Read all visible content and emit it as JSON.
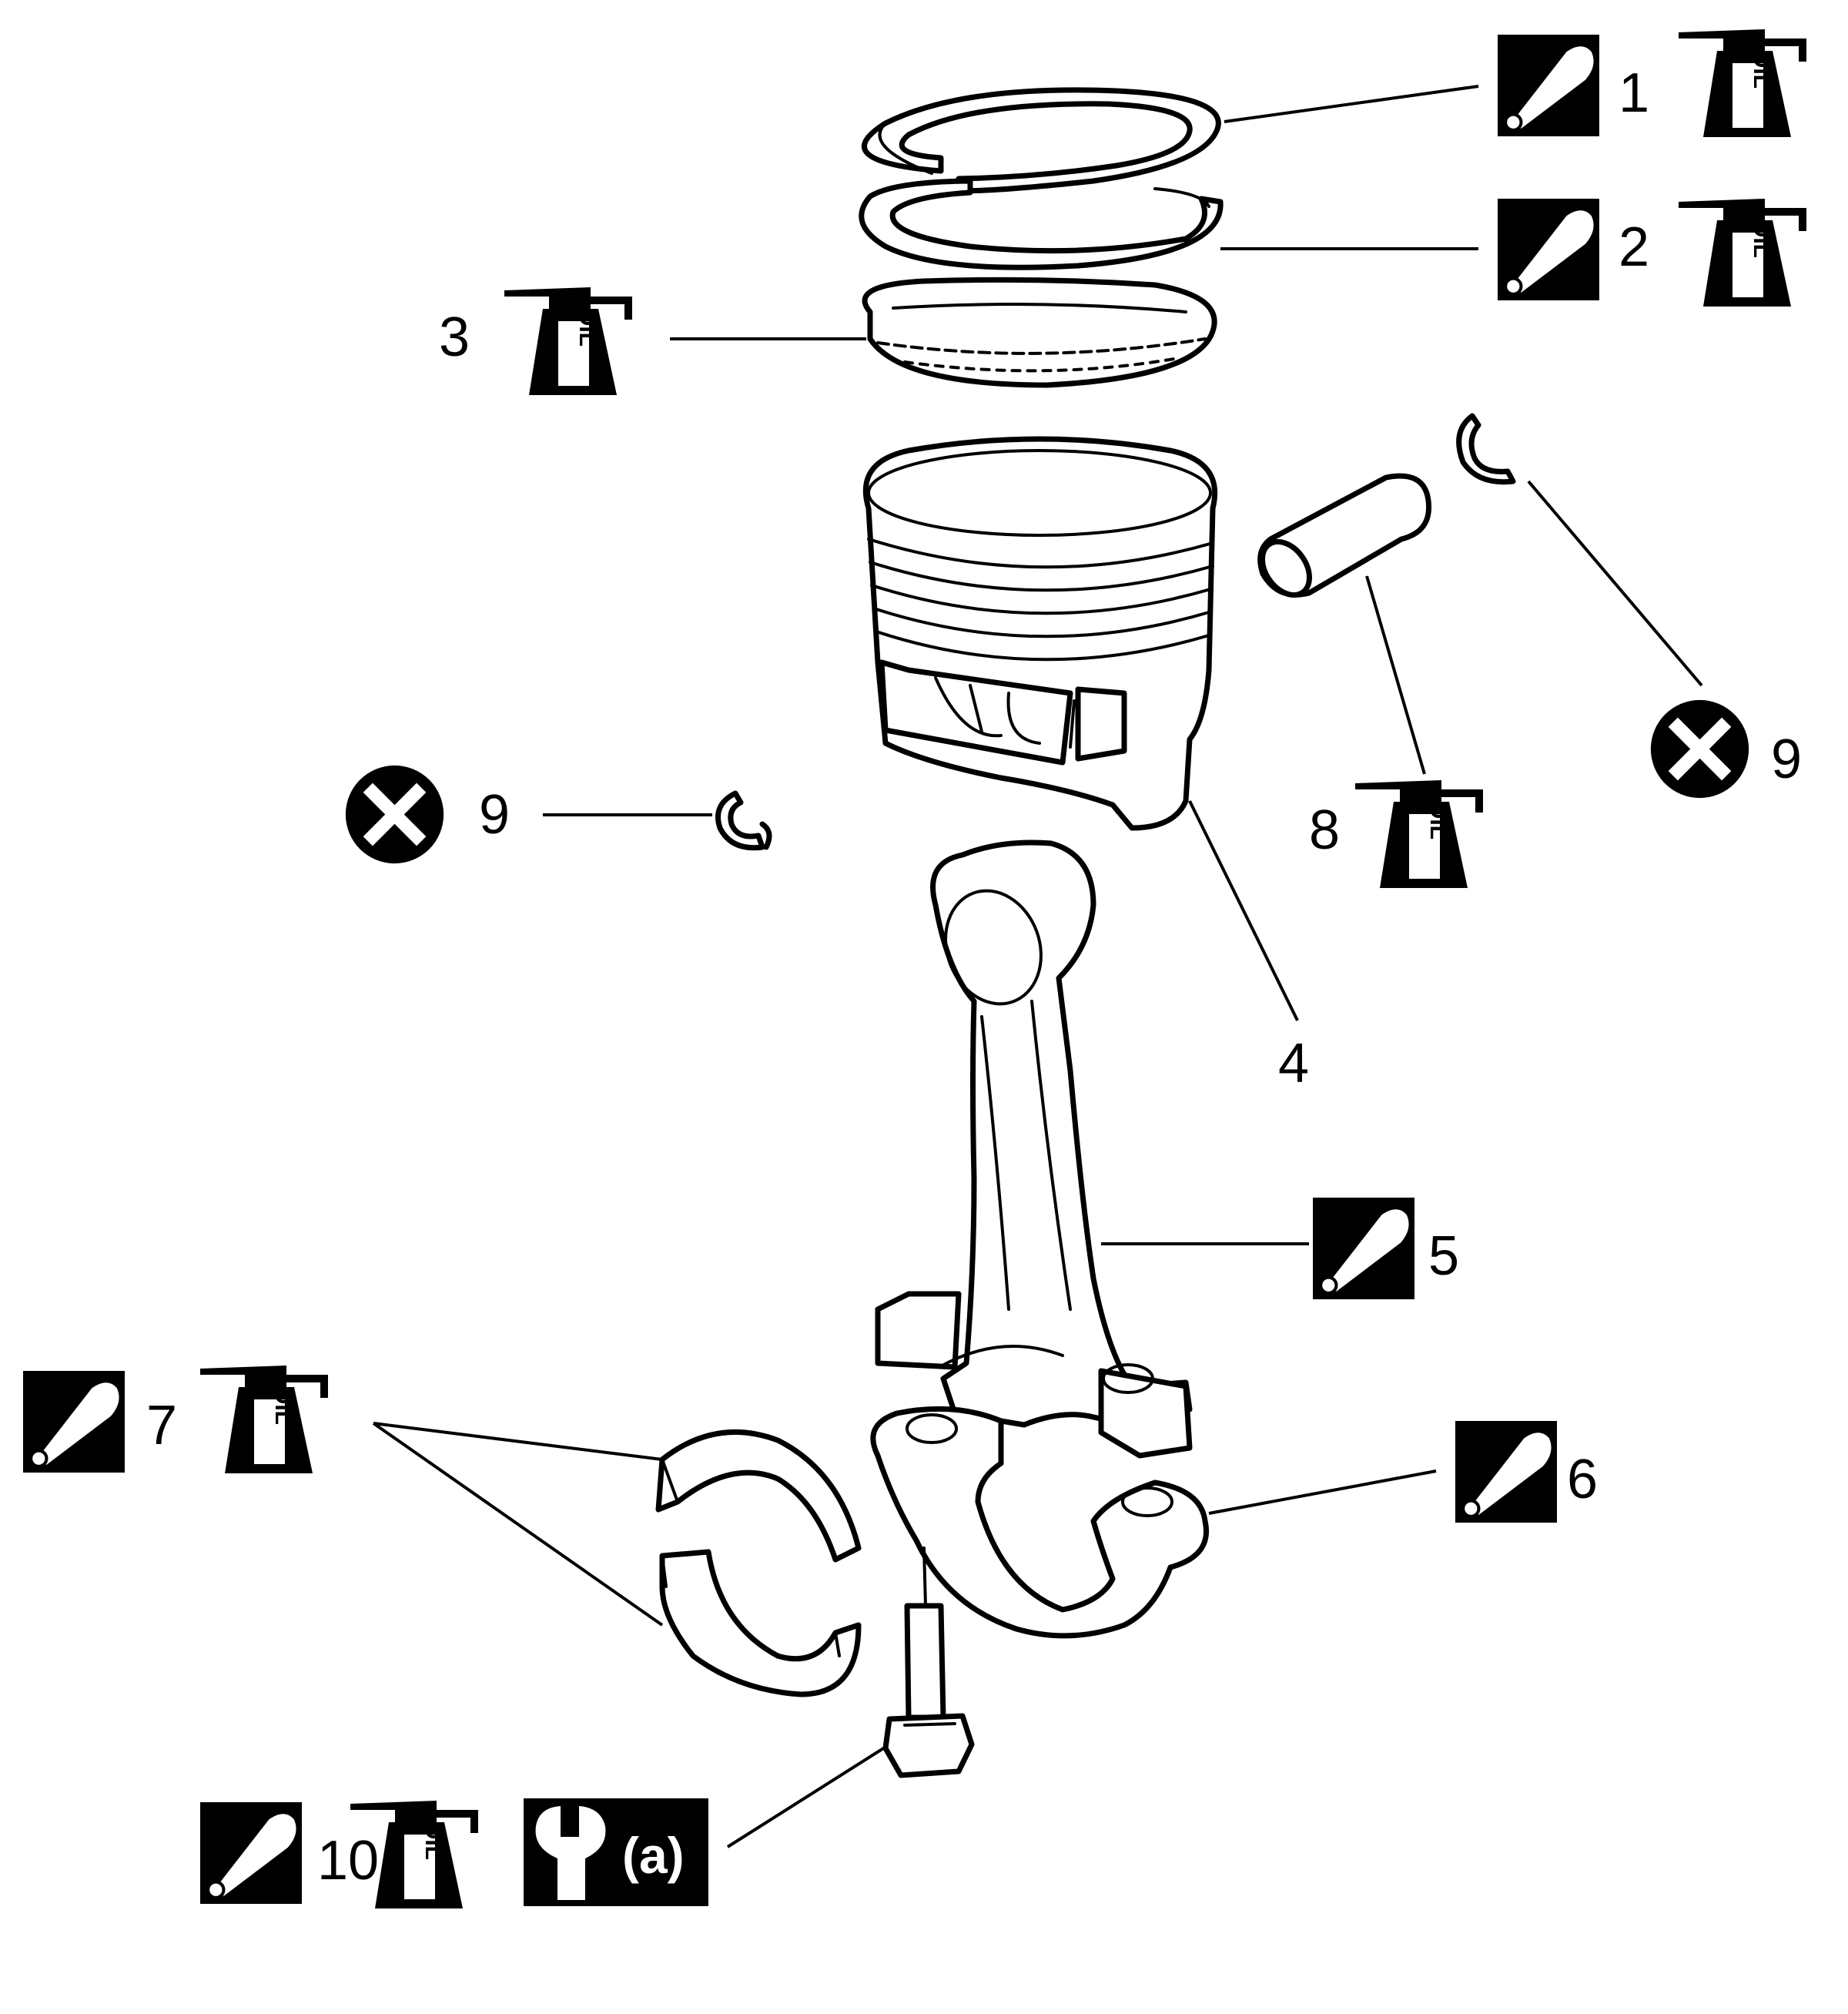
{
  "callouts": {
    "c1": "1",
    "c2": "2",
    "c3": "3",
    "c4": "4",
    "c5": "5",
    "c6": "6",
    "c7": "7",
    "c8": "8",
    "c9_left": "9",
    "c9_right": "9",
    "c10": "10"
  },
  "symbols": {
    "oil_can_text": "OIL",
    "torque_ref": "(a)",
    "apply_icon": "apply-lubricant-icon",
    "oil_can_icon": "oil-can-icon",
    "do_not_reuse_icon": "do-not-reuse-icon",
    "wrench_icon": "torque-wrench-icon"
  },
  "parts": [
    "piston-ring-1",
    "piston-ring-2",
    "oil-ring-3",
    "piston-4",
    "connecting-rod-5",
    "rod-cap-6",
    "bearing-shells-7",
    "piston-pin-8",
    "circlip-9",
    "rod-bolt-10"
  ]
}
